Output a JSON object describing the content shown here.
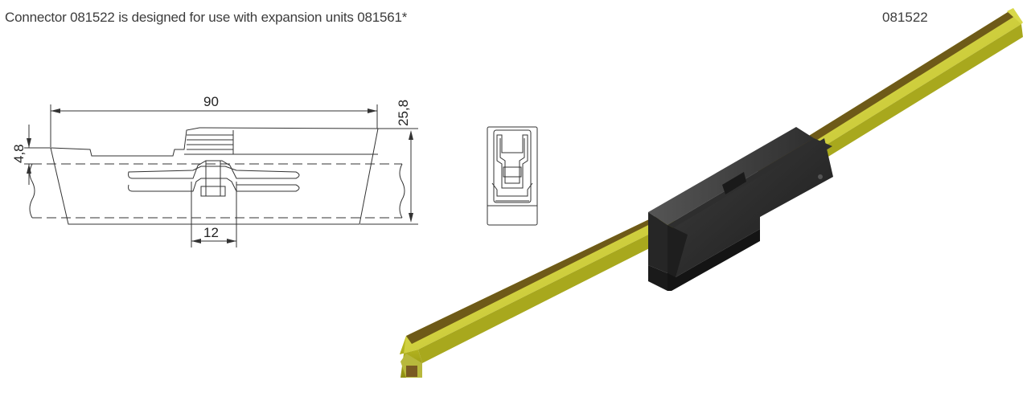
{
  "header": {
    "caption": "Connector 081522 is designed for use with expansion units 081561*",
    "article_number": "081522"
  },
  "drawing": {
    "dim_length": "90",
    "dim_height": "25,8",
    "dim_offset": "4,8",
    "dim_width": "12"
  }
}
